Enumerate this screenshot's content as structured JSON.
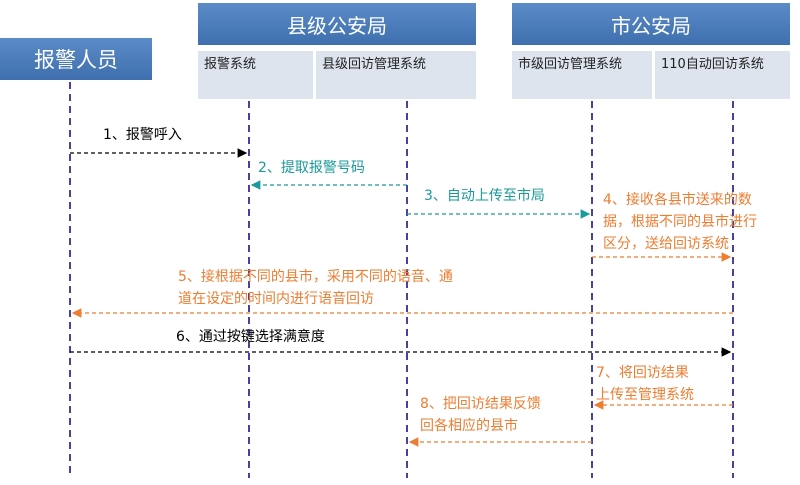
{
  "headers": {
    "caller": "报警人员",
    "county": "县级公安局",
    "city": "市公安局"
  },
  "systems": {
    "alarm": "报警系统",
    "county_mgmt": "县级回访管理系统",
    "city_mgmt": "市级回访管理系统",
    "auto_callback": "110自动回访系统"
  },
  "steps": [
    {
      "lines": [
        "1、报警呼入"
      ],
      "color": "#000000"
    },
    {
      "lines": [
        "2、提取报警号码"
      ],
      "color": "#1a9a9a"
    },
    {
      "lines": [
        "3、自动上传至市局"
      ],
      "color": "#1a9a9a"
    },
    {
      "lines": [
        "4、接收各县市送来的数",
        "据，根据不同的县市进行",
        "区分，送给回访系统"
      ],
      "color": "#ed7d31"
    },
    {
      "lines": [
        "5、接根据不同的县市，采用不同的语音、通",
        "道在设定的时间内进行语音回访"
      ],
      "color": "#ed7d31"
    },
    {
      "lines": [
        "6、通过按键选择满意度"
      ],
      "color": "#000000"
    },
    {
      "lines": [
        "7、将回访结果",
        "上传至管理系统"
      ],
      "color": "#ed7d31"
    },
    {
      "lines": [
        "8、把回访结果反馈",
        "回各相应的县市"
      ],
      "color": "#ed7d31"
    }
  ],
  "colors": {
    "header_blue": "#4a7ebb",
    "lifeline": "#4b3fa0",
    "teal": "#1a9a9a",
    "orange": "#ed7d31",
    "black": "#000000"
  }
}
